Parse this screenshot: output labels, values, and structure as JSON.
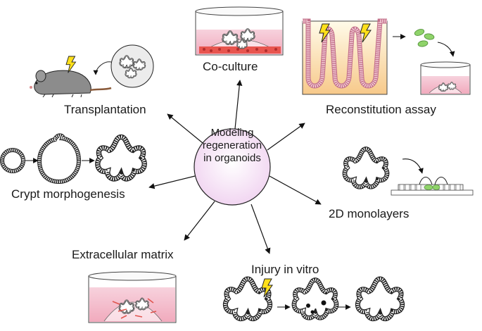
{
  "hub": {
    "line1": "Modeling",
    "line2": "regeneration",
    "line3": "in organoids"
  },
  "labels": {
    "transplantation": "Transplantation",
    "coculture": "Co-culture",
    "reconstitution": "Reconstitution assay",
    "crypt": "Crypt morphogenesis",
    "monolayers": "2D monolayers",
    "ecm": "Extracellular matrix",
    "injury": "Injury in vitro"
  },
  "colors": {
    "hub_fill": "#f3dbf3",
    "medium_pink": "#f4c1d0",
    "lightning": "#ffe01a",
    "mouse": "#8c8c8c",
    "gradient_top": "#fffbe9",
    "gradient_bottom": "#f7c98a",
    "green_cells": "#8fd36a",
    "red_cells": "#e0554f"
  }
}
